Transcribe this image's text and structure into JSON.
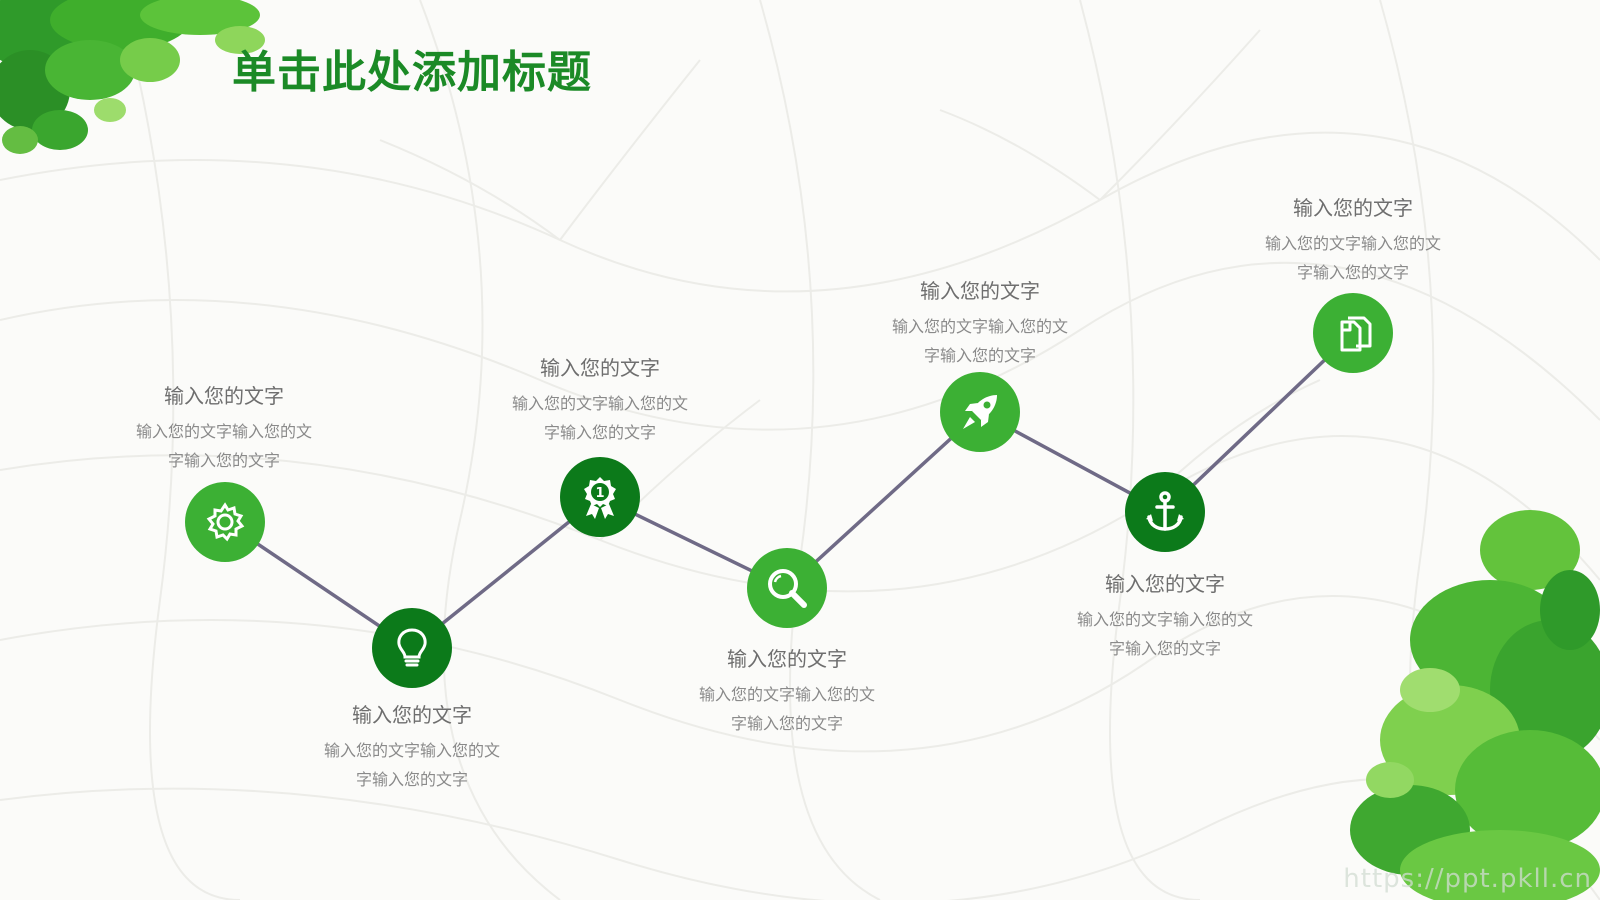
{
  "title": "单击此处添加标题",
  "colors": {
    "accent_light": "#3cb034",
    "accent_dark": "#0c7a1a",
    "line": "#6f6a86",
    "title": "#1b8a26"
  },
  "steps": [
    {
      "icon": "gear-icon",
      "heading": "输入您的文字",
      "line1": "输入您的文字输入您的文",
      "line2": "字输入您的文字"
    },
    {
      "icon": "lightbulb-icon",
      "heading": "输入您的文字",
      "line1": "输入您的文字输入您的文",
      "line2": "字输入您的文字"
    },
    {
      "icon": "award-medal-icon",
      "heading": "输入您的文字",
      "line1": "输入您的文字输入您的文",
      "line2": "字输入您的文字"
    },
    {
      "icon": "magnifier-icon",
      "heading": "输入您的文字",
      "line1": "输入您的文字输入您的文",
      "line2": "字输入您的文字"
    },
    {
      "icon": "rocket-icon",
      "heading": "输入您的文字",
      "line1": "输入您的文字输入您的文",
      "line2": "字输入您的文字"
    },
    {
      "icon": "anchor-icon",
      "heading": "输入您的文字",
      "line1": "输入您的文字输入您的文",
      "line2": "字输入您的文字"
    },
    {
      "icon": "documents-icon",
      "heading": "输入您的文字",
      "line1": "输入您的文字输入您的文",
      "line2": "字输入您的文字"
    }
  ],
  "watermark": "https://ppt.pkll.cn"
}
